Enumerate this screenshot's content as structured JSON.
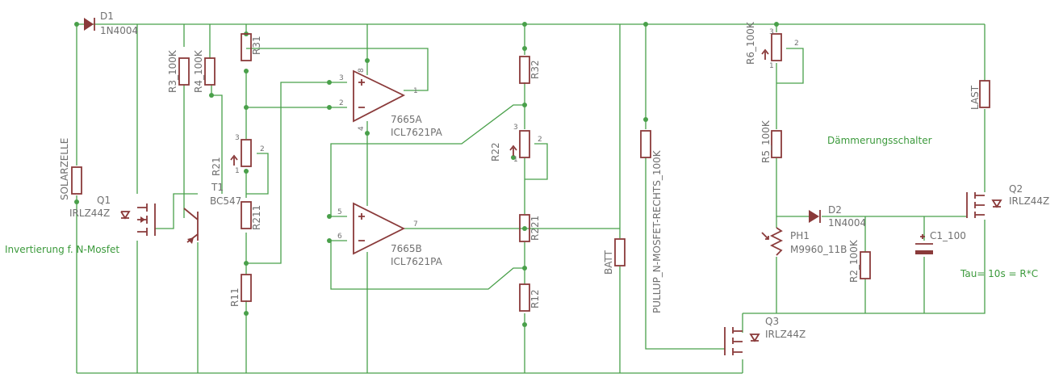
{
  "labels": {
    "d1_name": "D1",
    "d1_value": "1N4004",
    "solar": "SOLARZELLE",
    "q1_name": "Q1",
    "q1_value": "IRLZ44Z",
    "r3": "R3_100K",
    "r4": "R4_100K",
    "r31": "R31",
    "r21": "R21",
    "t1_name": "T1",
    "t1_value": "BC547",
    "r211": "R211",
    "r11": "R11",
    "u1a_name": "7665A",
    "u1a_value": "ICL7621PA",
    "u1b_name": "7665B",
    "u1b_value": "ICL7621PA",
    "r32": "R32",
    "r22": "R22",
    "r221": "R221",
    "r12": "R12",
    "pullup": "PULLUP_N-MOSFET-RECHTS_100K",
    "batt": "BATT",
    "r6": "R6_100K",
    "r5": "R5_100K",
    "ph1_name": "PH1",
    "ph1_value": "M9960_11B",
    "d2_name": "D2",
    "d2_value": "1N4004",
    "r2": "R2_100K",
    "c1": "C1_100",
    "last": "LAST",
    "q2_name": "Q2",
    "q2_value": "IRLZ44Z",
    "q3_name": "Q3",
    "q3_value": "IRLZ44Z"
  },
  "pins": {
    "p1": "1",
    "p2": "2",
    "p3": "3",
    "p4": "4",
    "p5": "5",
    "p6": "6",
    "p7": "7",
    "p8": "8",
    "plus": "+",
    "minus": "−"
  },
  "notes": {
    "inverter": "Invertierung f. N-Mosfet",
    "twilight": "Dämmerungsschalter",
    "tau": "Tau= 10s = R*C"
  }
}
